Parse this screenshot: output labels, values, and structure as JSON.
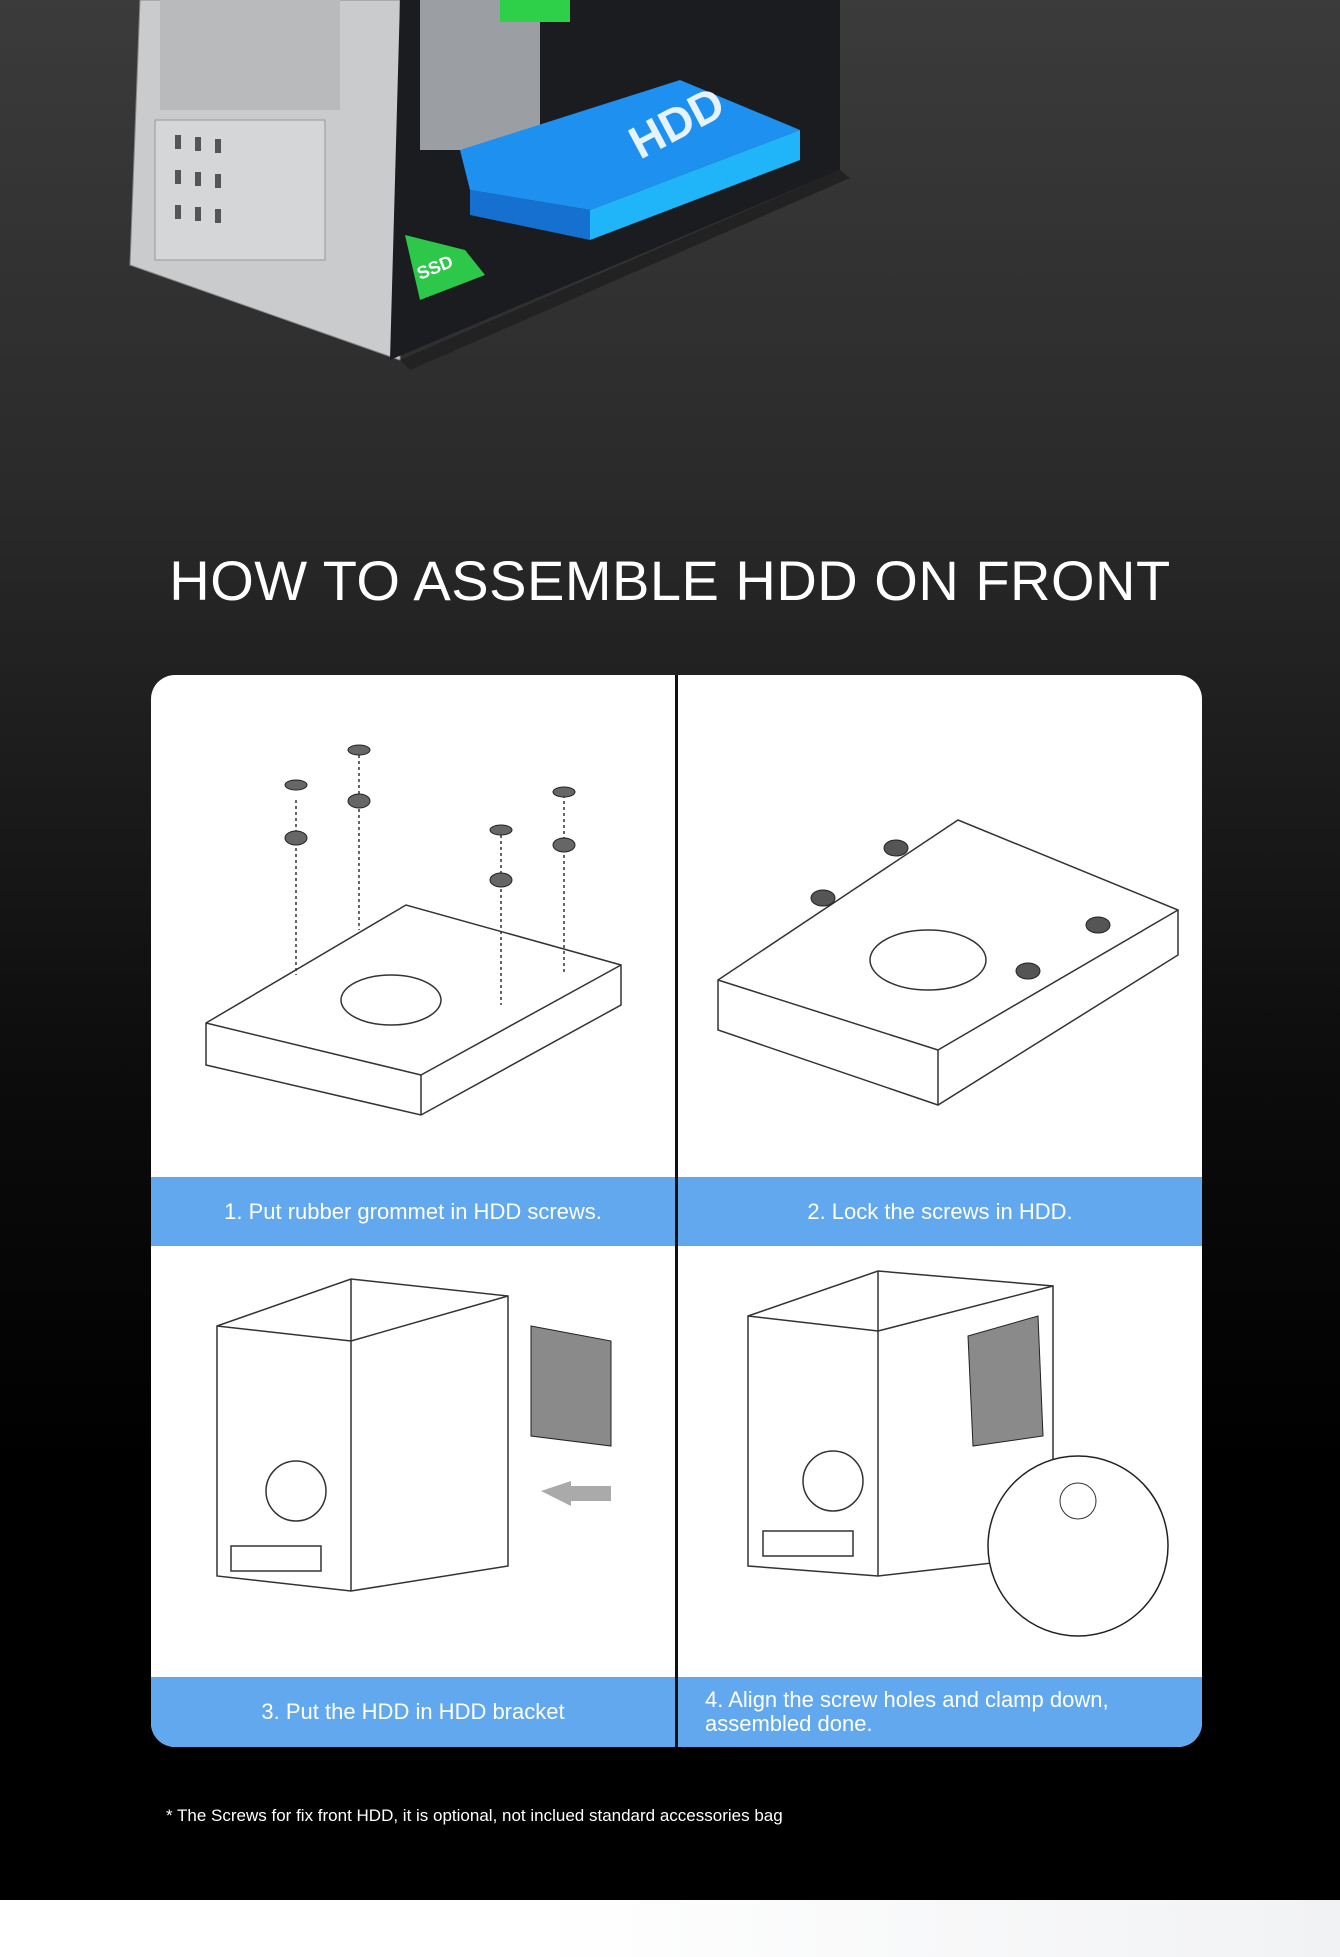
{
  "hero": {
    "hdd_label": "HDD",
    "ssd_label": "SSD"
  },
  "title": "HOW TO ASSEMBLE HDD ON FRONT",
  "steps": [
    {
      "caption": "1. Put rubber grommet in HDD screws."
    },
    {
      "caption": "2. Lock the screws in HDD."
    },
    {
      "caption": "3. Put the HDD in HDD bracket"
    },
    {
      "caption": "4. Align the screw holes and clamp down, assembled done."
    }
  ],
  "footnote": "* The Screws for fix front HDD, it is optional, not inclued standard accessories bag",
  "colors": {
    "caption_bg": "#62a8ee",
    "hdd_blue": "#1e90f0",
    "ssd_green": "#2dc84a"
  }
}
